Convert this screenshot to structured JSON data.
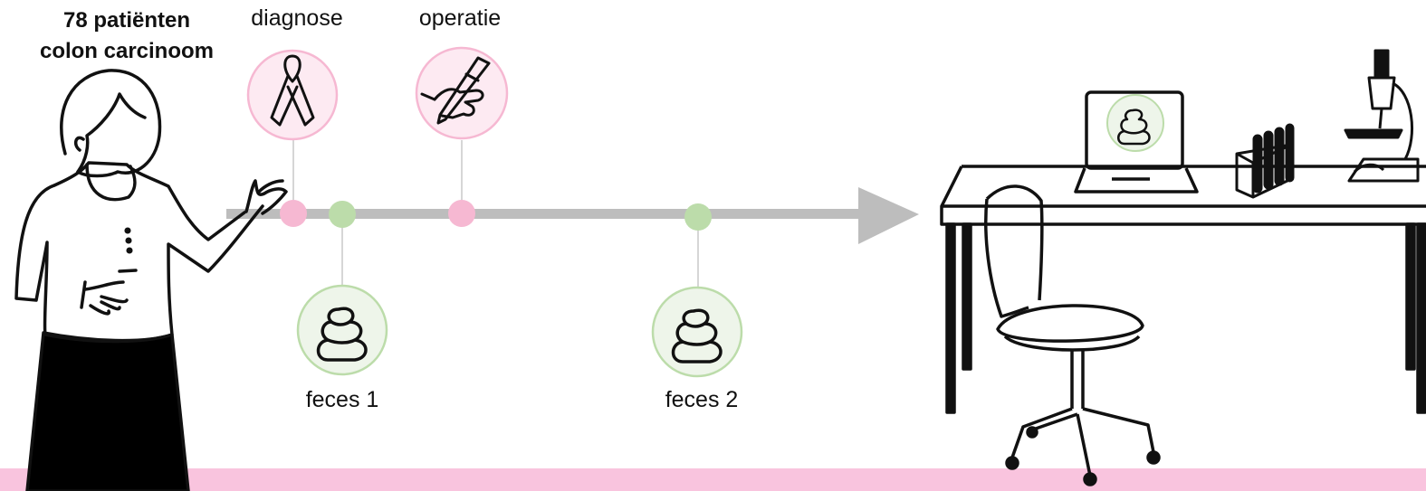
{
  "title": {
    "line1": "78 patiënten",
    "line2": "colon carcinoom"
  },
  "timeline": {
    "events": [
      {
        "label": "diagnose",
        "icon": "awareness-ribbon-icon",
        "color": "#f6b8d2"
      },
      {
        "label": "operatie",
        "icon": "scalpel-icon",
        "color": "#f6b8d2"
      }
    ],
    "samples": [
      {
        "label": "feces 1",
        "icon": "stool-icon",
        "color": "#bcdcaa"
      },
      {
        "label": "feces 2",
        "icon": "stool-icon",
        "color": "#bcdcaa"
      }
    ]
  },
  "colors": {
    "event_pink": "#f6b8d2",
    "sample_green": "#bcdcaa",
    "arrow_gray": "#bdbdbd",
    "bottom_band": "#f9c4de"
  }
}
